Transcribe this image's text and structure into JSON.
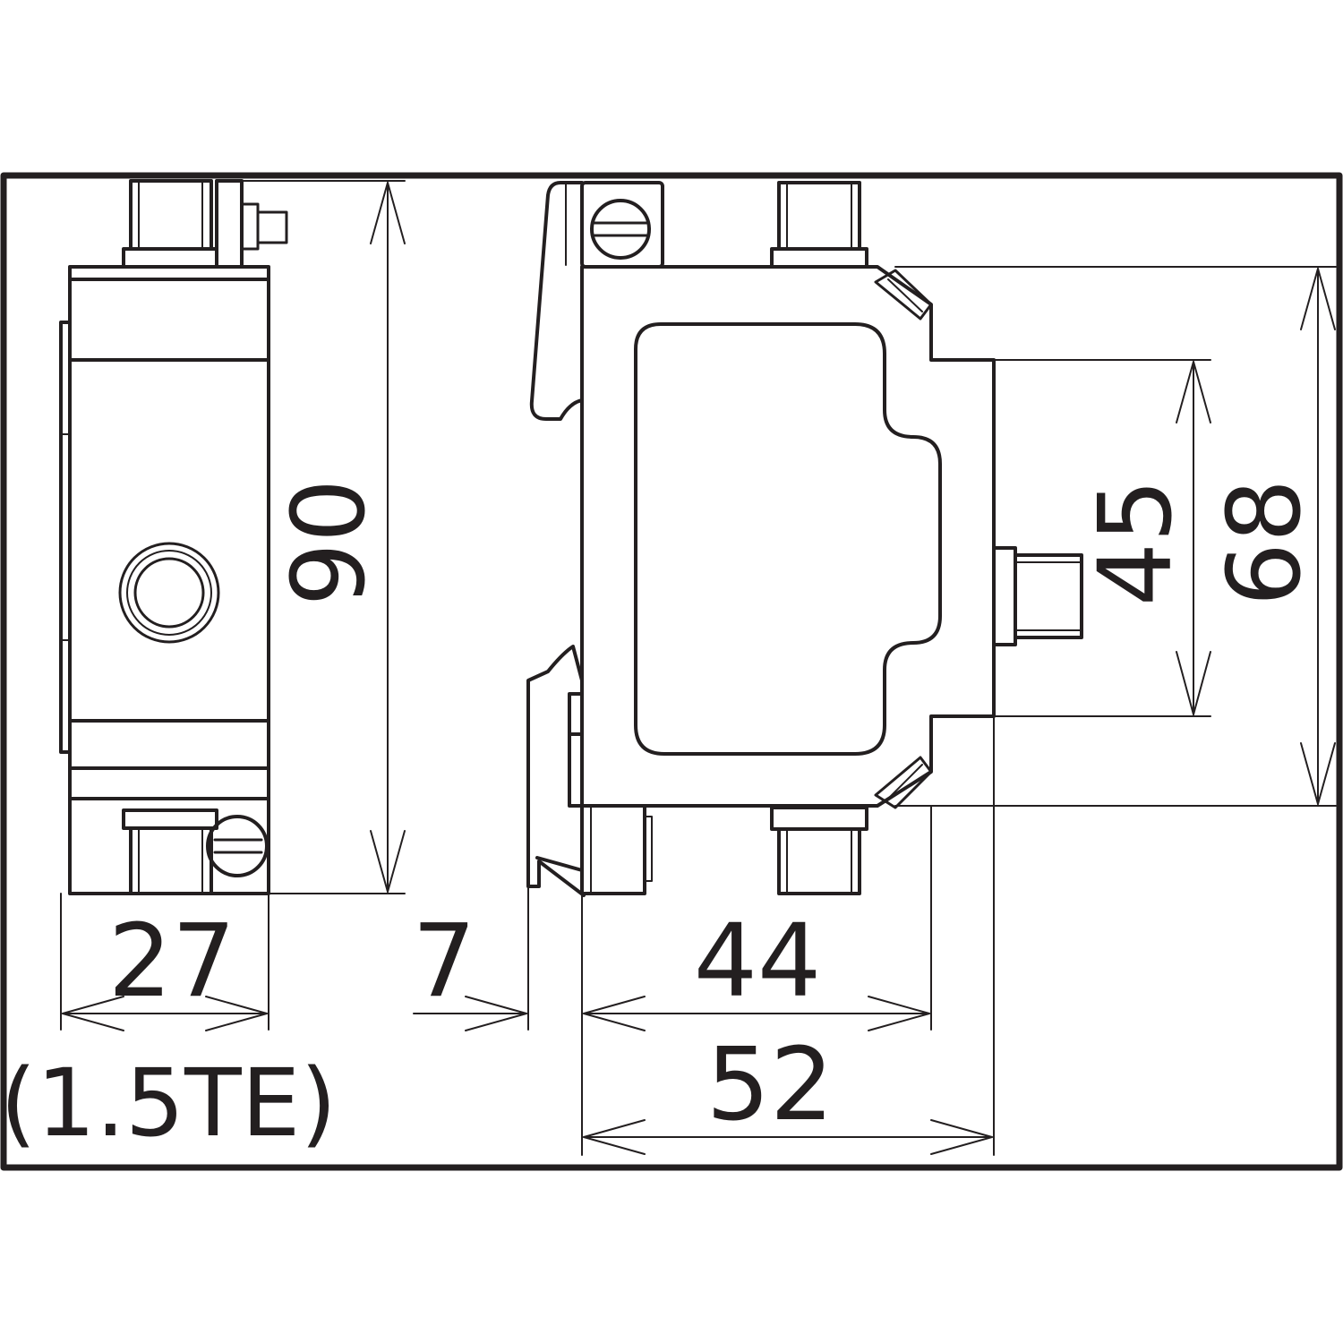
{
  "dimensions": {
    "height_total": "90",
    "width_front": "27",
    "module_width": "(1.5TE)",
    "rail_offset": "7",
    "depth_body": "44",
    "depth_total": "52",
    "height_front_face": "45",
    "height_shoulder": "68"
  },
  "colors": {
    "line": "#231f20",
    "background": "#ffffff"
  }
}
